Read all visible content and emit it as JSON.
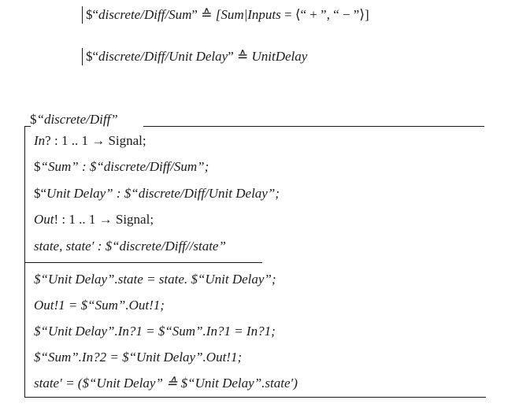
{
  "abbreviations": [
    {
      "prefix": "$“",
      "name": "discrete/Diff/Sum",
      "close": "”",
      "defeq": " ≙ ",
      "body_italic": "[Sum|Inputs",
      "body_rest": " = ⟨“ + ”, “ − ”⟩]"
    },
    {
      "prefix": "$“",
      "name": "discrete/Diff/Unit Delay",
      "close": "”",
      "defeq": " ≙ ",
      "body_italic": "UnitDelay",
      "body_rest": ""
    }
  ],
  "schema": {
    "title_prefix": "$",
    "title_name": "“discrete/Diff”",
    "declarations": [
      {
        "a": "In",
        "b": "? : 1 .. 1 → Signal;",
        "c": "",
        "d": ""
      },
      {
        "a": "",
        "b": "$",
        "c": "“Sum”",
        "d": " : $“discrete/Diff/Sum”;"
      },
      {
        "a": "",
        "b": "$“",
        "c": "Unit Delay”",
        "d": " : $“discrete/Diff/Unit Delay”;"
      },
      {
        "a": "Out",
        "b": "! : 1 .. 1 → Signal;",
        "c": "",
        "d": ""
      },
      {
        "a": "state, state′",
        "b": " : $“discrete/Diff//state”",
        "c": "",
        "d": ""
      }
    ],
    "predicates": [
      "$“Unit Delay”.state = state. $“Unit Delay”;",
      "Out!1 = $“Sum”.Out!1;",
      "$“Unit Delay”.In?1 = $“Sum”.In?1 = In?1;",
      "$“Sum”.In?2 = $“Unit Delay”.Out!1;",
      "state′ = ($“Unit Delay” ≙ $“Unit Delay”.state′)"
    ]
  }
}
